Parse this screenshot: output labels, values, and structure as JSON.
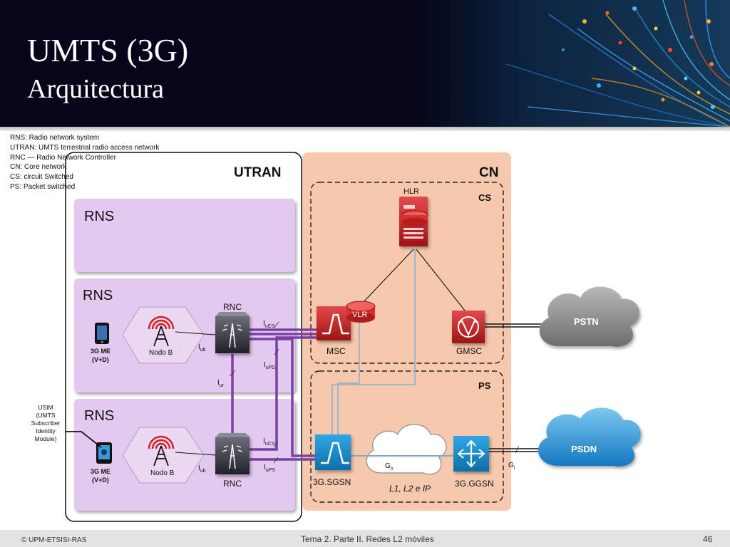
{
  "header": {
    "title": "UMTS (3G)",
    "subtitle": "Arquitectura"
  },
  "legend": [
    "RNS: Radio network system",
    "UTRAN: UMTS terrestrial radio access network",
    "RNC — Radio Network Controller",
    "CN: Core network",
    "CS: circuit Switched",
    "PS: Packet switched"
  ],
  "diagram": {
    "utran_label": "UTRAN",
    "cn_label": "CN",
    "cs_label": "CS",
    "ps_label": "PS",
    "rns_label": "RNS",
    "rnc_label": "RNC",
    "nodeb_label": "Nodo B",
    "me_label_1": "3G ME",
    "me_label_2": "(V+D)",
    "usim_label": [
      "USIM",
      "(UMTS",
      "Subscriber",
      "Identity",
      "Module)"
    ],
    "hlr_label": "HLR",
    "vlr_label": "VLR",
    "msc_label": "MSC",
    "gmsc_label": "GMSC",
    "sgsn_label": "3G.SGSN",
    "ggsn_label": "3G.GGSN",
    "pstn_label": "PSTN",
    "psdn_label": "PSDN",
    "backbone_label": "L1, L2 e IP",
    "interfaces": {
      "iub_main": "I",
      "iub_sub": "ub",
      "iucs_main": "I",
      "iucs_sub": "uCS",
      "iups_main": "I",
      "iups_sub": "uPS",
      "iur_main": "I",
      "iur_sub": "ur",
      "gn_main": "G",
      "gn_sub": "n",
      "gi_main": "G",
      "gi_sub": "i"
    }
  },
  "footer": {
    "copyright": "© UPM-ETSISI-RAS",
    "course": "Tema 2. Parte II. Redes L2 móviles",
    "page": "46"
  }
}
